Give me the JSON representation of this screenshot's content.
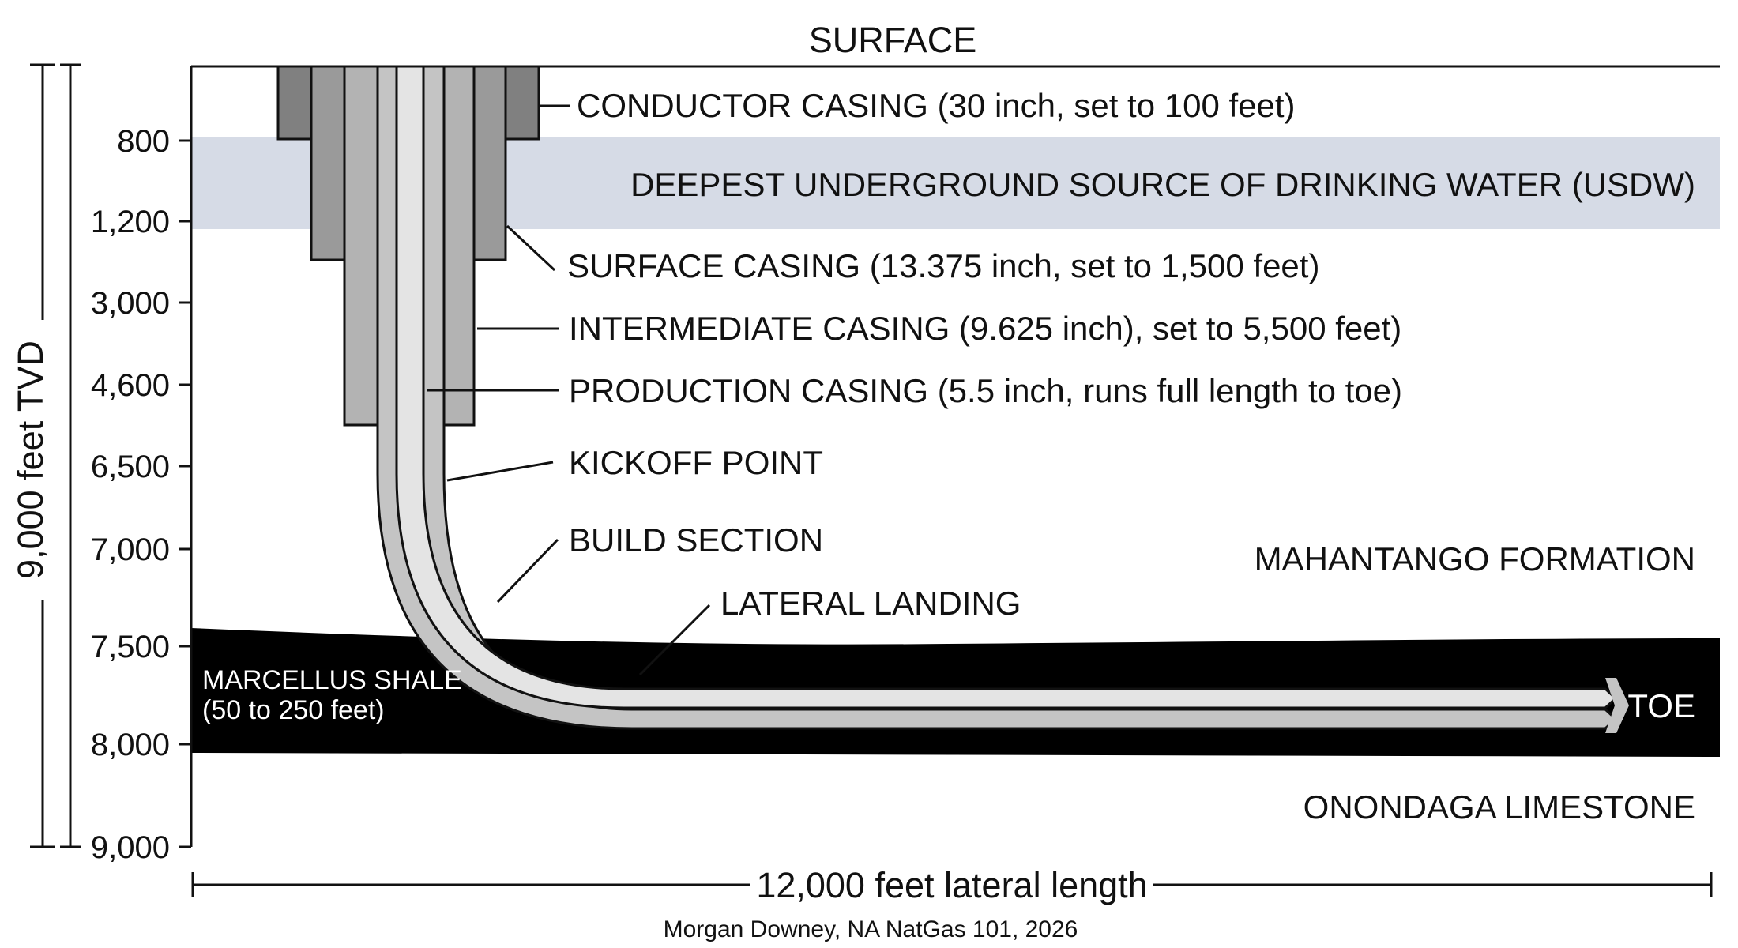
{
  "title": "SURFACE",
  "depth_axis": {
    "label": "9,000 feet TVD",
    "ticks": [
      "800",
      "1,200",
      "3,000",
      "4,600",
      "6,500",
      "7,000",
      "7,500",
      "8,000",
      "9,000"
    ]
  },
  "casings": {
    "conductor": "CONDUCTOR CASING (30 inch, set to 100 feet)",
    "surface": "SURFACE CASING (13.375 inch, set to 1,500 feet)",
    "intermediate": "INTERMEDIATE CASING (9.625 inch), set to 5,500 feet)",
    "production": "PRODUCTION CASING (5.5 inch, runs full length to toe)"
  },
  "well_points": {
    "kickoff": "KICKOFF POINT",
    "build": "BUILD SECTION",
    "landing": "LATERAL LANDING",
    "toe": "TOE"
  },
  "formations": {
    "usdw": "DEEPEST UNDERGROUND SOURCE OF DRINKING WATER (USDW)",
    "mahantango": "MAHANTANGO FORMATION",
    "marcellus_line1": "MARCELLUS SHALE",
    "marcellus_line2": "(50 to 250 feet)",
    "onondaga": "ONONDAGA LIMESTONE"
  },
  "lateral_length": "12,000 feet lateral length",
  "credit": "Morgan Downey, NA NatGas 101, 2026",
  "colors": {
    "usdw_band": "#d6dbe6",
    "shale": "#000000",
    "conductor": "#808080",
    "surface_casing": "#9a9a9a",
    "intermediate_casing": "#b3b3b3",
    "production_outer": "#c4c4c4",
    "production_inner": "#e4e4e4"
  }
}
